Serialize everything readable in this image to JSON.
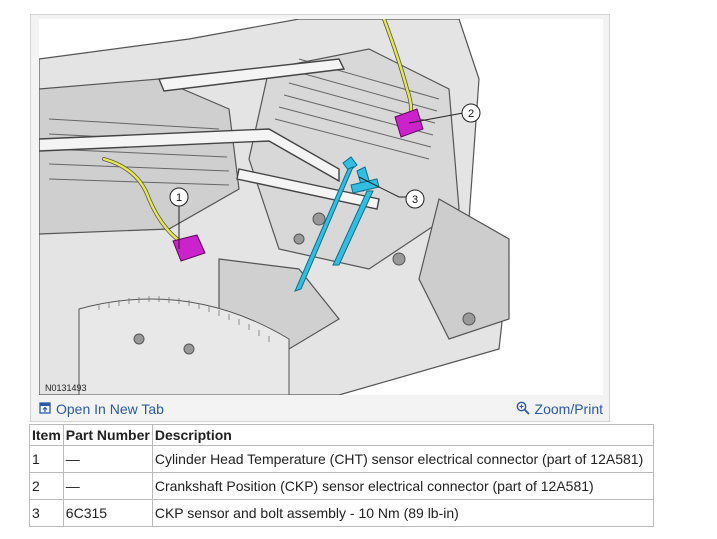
{
  "figure": {
    "id": "N0131493",
    "callouts": [
      {
        "num": "1"
      },
      {
        "num": "2"
      },
      {
        "num": "3"
      }
    ]
  },
  "toolbar": {
    "open_label": "Open In New Tab",
    "open_icon": "open-tab-icon",
    "zoom_label": "Zoom/Print",
    "zoom_icon": "magnifier-icon",
    "link_color": "#2a5aa8"
  },
  "table": {
    "headers": [
      "Item",
      "Part Number",
      "Description"
    ],
    "rows": [
      {
        "item": "1",
        "part": "—",
        "desc": "Cylinder Head Temperature (CHT) sensor electrical connector (part of 12A581)"
      },
      {
        "item": "2",
        "part": "—",
        "desc": "Crankshaft Position (CKP) sensor electrical connector (part of 12A581)"
      },
      {
        "item": "3",
        "part": "6C315",
        "desc": "CKP sensor and bolt assembly - 10 Nm (89 lb-in)"
      }
    ]
  },
  "colors": {
    "connector": "#cc22cc",
    "sensor": "#33bde0",
    "harness": "#e8e84a"
  }
}
